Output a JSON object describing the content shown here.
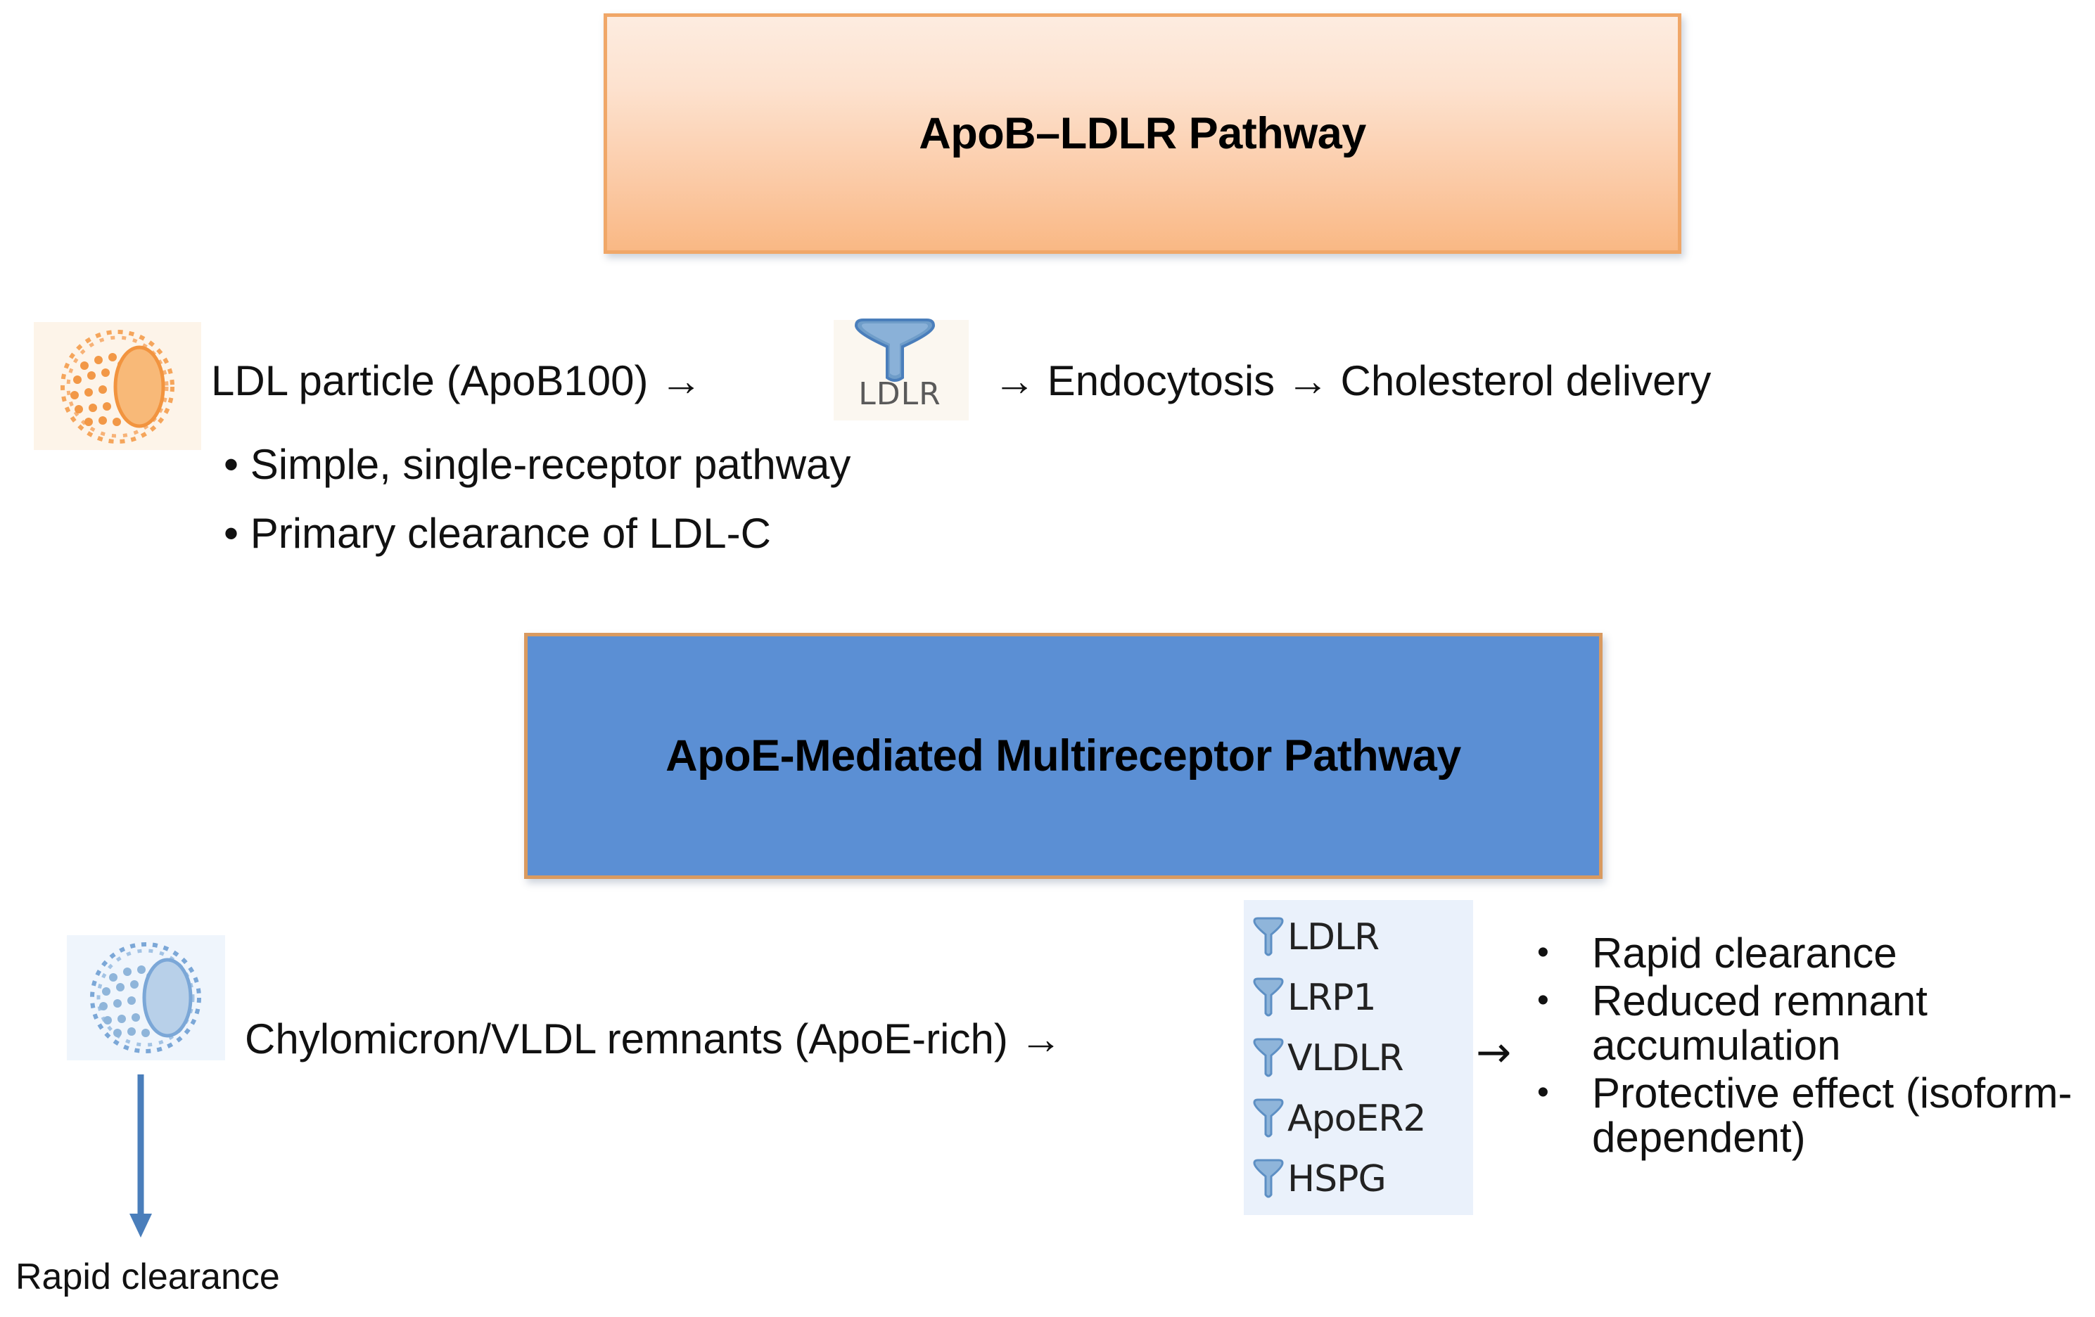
{
  "figure": {
    "title_apob": "ApoB–LDLR Pathway",
    "title_apoe": "ApoE-Mediated Multireceptor Pathway"
  },
  "colors": {
    "apob_banner_fill_top": "#fdece0",
    "apob_banner_fill_bottom": "#f9b884",
    "apob_banner_border": "#f0a768",
    "apoe_banner_fill": "#5b8fd4",
    "apoe_banner_border": "#d99a60",
    "ldl_particle": "#f2943f",
    "remnant_particle": "#7ba7d7",
    "receptor_panel_bg": "#eaf1fb",
    "ldlr_tile_bg": "#fbf7f0",
    "arrow_blue": "#4a7ebb",
    "text": "#111111"
  },
  "apob_section": {
    "particle_icon_name": "ldl-particle-icon",
    "flow": {
      "source_label": "LDL particle (ApoB100)",
      "arrow_1": "→",
      "receptor_tile_caption": "LDLR",
      "arrow_2": "→",
      "step_2": "Endocytosis",
      "arrow_3": "→",
      "step_3": "Cholesterol delivery"
    },
    "bullets": [
      "Simple, single-receptor pathway",
      "Primary clearance of LDL-C"
    ],
    "bullet_marker": "•"
  },
  "apoe_section": {
    "particle_icon_name": "remnant-particle-icon",
    "source_label": "Chylomicron/VLDL remnants (ApoE-rich)",
    "arrow_to_receptors": "→",
    "receptors": [
      "LDLR",
      "LRP1",
      "VLDLR",
      "ApoER2",
      "HSPG"
    ],
    "arrow_to_outcomes": "→",
    "outcomes": [
      "Rapid clearance",
      "Reduced remnant accumulation",
      "Protective effect (isoform-dependent)"
    ],
    "bullet_marker": "•",
    "down_arrow_label": "Rapid clearance"
  }
}
